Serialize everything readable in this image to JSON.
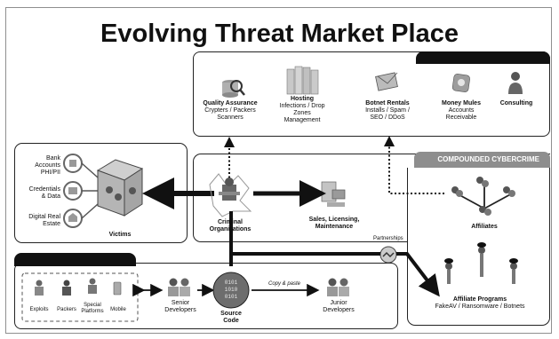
{
  "title": "Evolving Threat Market Place",
  "services": {
    "items": [
      {
        "icon": "magnifier-database-icon",
        "name": "Quality Assurance",
        "details": [
          "Crypters / Packers",
          "Scanners"
        ]
      },
      {
        "icon": "server-rack-icon",
        "name": "Hosting",
        "details": [
          "Infections / Drop",
          "Zones",
          "Management"
        ]
      },
      {
        "icon": "envelope-icon",
        "name": "Botnet Rentals",
        "details": [
          "Installs / Spam /",
          "SEO / DDoS"
        ]
      },
      {
        "icon": "money-bag-icon",
        "name": "Money Mules",
        "details": [
          "Accounts",
          "Receivable"
        ]
      },
      {
        "icon": "consultant-icon",
        "name": "Consulting",
        "details": []
      }
    ]
  },
  "victims": {
    "title": "Victims",
    "assets": [
      {
        "icon": "bank-icon",
        "lines": [
          "Bank",
          "Accounts",
          "PHI/PII"
        ]
      },
      {
        "icon": "credentials-icon",
        "lines": [
          "Credentials",
          "& Data"
        ]
      },
      {
        "icon": "real-estate-icon",
        "lines": [
          "Digital Real",
          "Estate"
        ]
      }
    ]
  },
  "compounded": {
    "header": "COMPOUNDED CYBERCRIME",
    "criminal": [
      "Criminal",
      "Organizations"
    ],
    "sales": [
      "Sales, Licensing,",
      "Maintenance"
    ],
    "partnerships": "Partnerships",
    "affiliates": "Affiliates",
    "affiliate_programs": {
      "title": "Affiliate  Programs",
      "subtitle": "FakeAV / Ransomware / Botnets"
    }
  },
  "dev": {
    "tools": [
      "Exploits",
      "Packers",
      "Special Platforms",
      "Mobile"
    ],
    "senior": [
      "Senior",
      "Developers"
    ],
    "source_code": [
      "Source",
      "Code"
    ],
    "copy_paste": "Copy & paste",
    "junior": [
      "Junior",
      "Developers"
    ],
    "binary_glyph": "0101\n1010\n0101"
  },
  "colors": {
    "black": "#111111",
    "grey": "#8e8e8e",
    "border": "#222222"
  }
}
